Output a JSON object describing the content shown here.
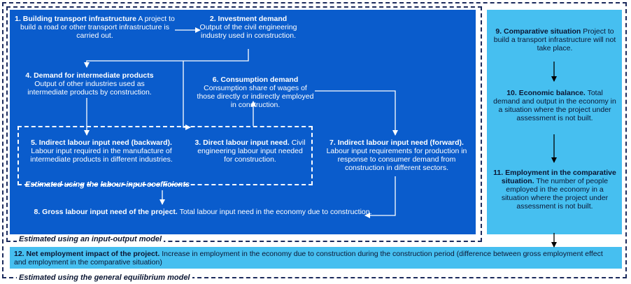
{
  "boxes": {
    "b1": {
      "title": "1. Building transport infrastructure",
      "text": "A project to build a road or other transport infrastructure is carried out."
    },
    "b2": {
      "title": "2. Investment demand",
      "text": "Output of the civil engineering industry used in construction."
    },
    "b3": {
      "title": "3. Direct labour input need.",
      "text": "Civil engineering labour input needed for construction."
    },
    "b4": {
      "title": "4. Demand for intermediate products",
      "text": "Output of other industries used as intermediate products by construction."
    },
    "b5": {
      "title": "5. Indirect labour input need (backward).",
      "text": "Labour input required in the manufacture of intermediate products in different industries."
    },
    "b6": {
      "title": "6. Consumption demand",
      "text": "Consumption share of wages of those directly or indirectly employed in construction."
    },
    "b7": {
      "title": "7. Indirect labour input need (forward).",
      "text": "Labour input requirements for production in response to consumer demand from construction in different sectors."
    },
    "b8": {
      "title": "8. Gross labour input need of the project.",
      "text": "Total labour input need in the economy due to construction."
    },
    "b9": {
      "title": "9. Comparative situation",
      "text": "Project to build a transport infrastructure will not take place."
    },
    "b10": {
      "title": "10. Economic balance.",
      "text": "Total demand and output in the economy in a situation where the project under assessment is not built."
    },
    "b11": {
      "title": "11. Employment in the comparative situation.",
      "text": "The number of people employed in the economy in a situation where the project under assessment is not built."
    },
    "b12": {
      "title": "12. Net employment impact of the project.",
      "text": "Increase in employment in the economy due to construction during the construction period (difference between gross employment effect and employment in the comparative situation)"
    }
  },
  "captions": {
    "coefficients": "Estimated using the labour input coefficients",
    "input_output": "Estimated using an input-output model",
    "general_equilibrium": "Estimated using the general equilibrium model"
  },
  "colors": {
    "main_blue": "#0a5ccc",
    "light_blue": "#46bff0",
    "navy": "#1b2a5c",
    "text_dark": "#0b1633"
  }
}
